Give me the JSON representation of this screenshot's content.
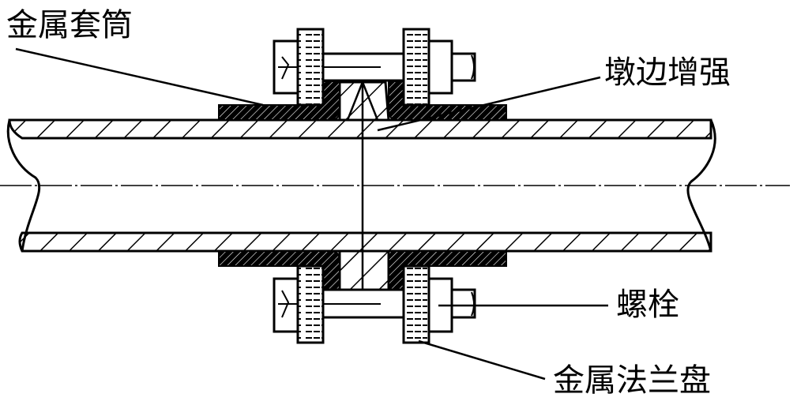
{
  "title": "Flanged pipe joint cross-section",
  "labels": {
    "sleeve": "金属套筒",
    "upset": "墩边增强",
    "bolt": "螺栓",
    "flange": "金属法兰盘"
  },
  "colors": {
    "line": "#000000",
    "background": "#ffffff"
  }
}
